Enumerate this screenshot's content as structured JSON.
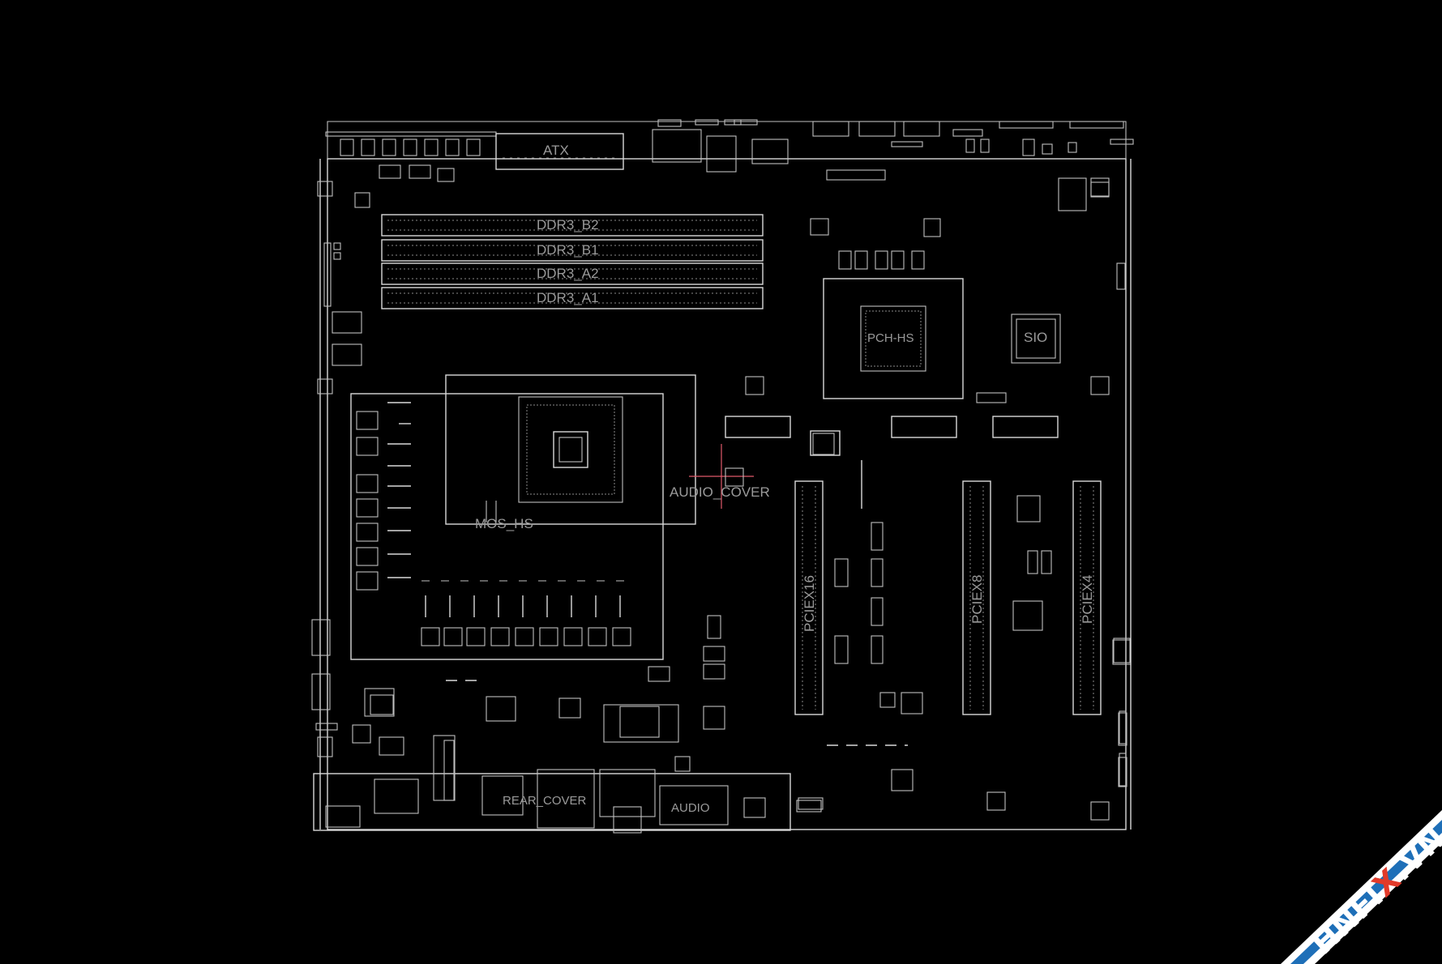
{
  "labels": {
    "atx": "ATX",
    "ddr_b2": "DDR3_B2",
    "ddr_b1": "DDR3_B1",
    "ddr_a2": "DDR3_A2",
    "ddr_a1": "DDR3_A1",
    "pch": "PCH-HS",
    "sio": "SIO",
    "mos_hs": "MOS_HS",
    "audio_cover": "AUDIO_COVER",
    "pciex16": "PCIEX16",
    "pciex8": "PCIEX8",
    "pciex4": "PCIEX4",
    "rear_cover": "REAR_COVER",
    "audio": "AUDIO"
  },
  "watermark": {
    "prefix": "HNFI",
    "accent": "X",
    "suffix": ".VN",
    "accent_color": "#e23a2a",
    "band_color": "#1e6fb8"
  },
  "colors": {
    "background": "#000000",
    "outline": "#d9d9d9",
    "label": "#9a9a9a",
    "marker": "#e05a6a"
  }
}
